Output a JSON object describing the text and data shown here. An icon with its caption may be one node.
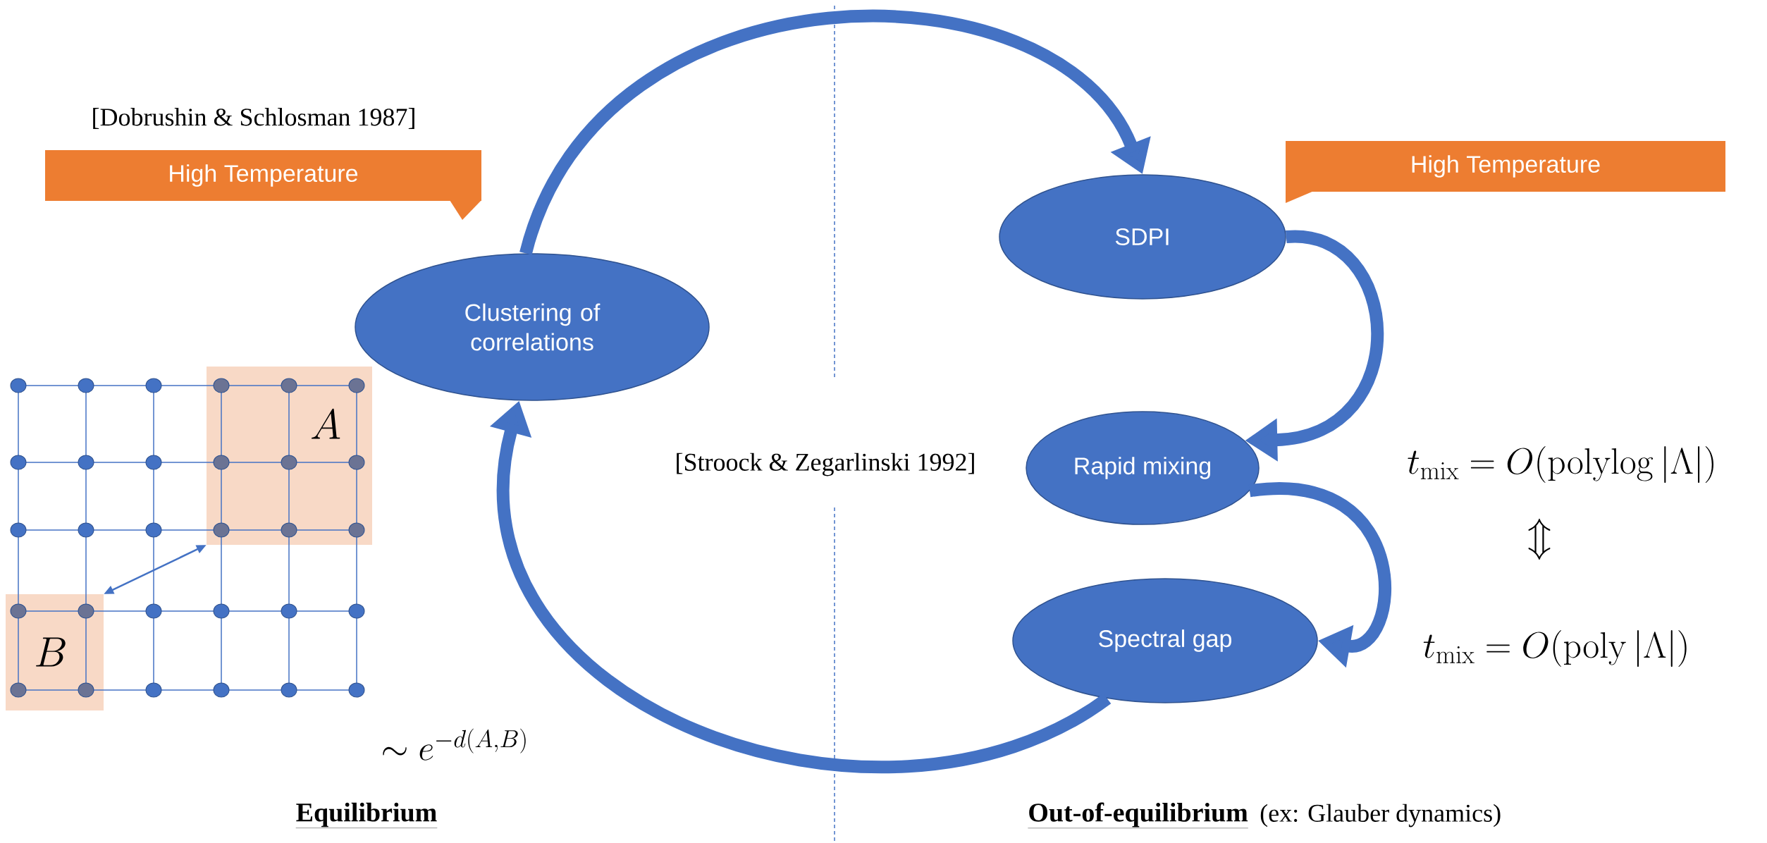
{
  "diagram": {
    "nodes": [
      {
        "text": [
          "High Temperature"
        ],
        "beside": [
          "[Dobrushin & Schlosman 1987]"
        ]
      },
      {
        "text": [
          "Clustering of correlations"
        ]
      },
      {
        "text": [
          "High Temperature"
        ]
      },
      {
        "text": [
          "SDPI"
        ]
      },
      {
        "text": [
          "Rapid mixing"
        ]
      },
      {
        "text": [
          "Spectral gap"
        ]
      },
      {
        "text": [
          "A"
        ]
      },
      {
        "text": [
          "B"
        ]
      }
    ],
    "edges": [
      {
        "from": 1,
        "to": 3,
        "arrow": "to"
      },
      {
        "from": 3,
        "to": 4,
        "arrow": "to"
      },
      {
        "from": 4,
        "to": 5,
        "arrow": "to"
      },
      {
        "from": 5,
        "to": 1,
        "arrow": "to"
      },
      {
        "from": 7,
        "to": 6,
        "arrow": "both"
      }
    ],
    "labels": [
      "\\sim e^{-d(A,B)}",
      "[Stroock & Zegarlinski 1992]",
      "t_{\\mathrm{mix}} = O(\\mathrm{polylog}\\,|\\Lambda|)",
      "\\Updownarrow",
      "t_{\\mathrm{mix}} = O(\\mathrm{poly}\\,|\\Lambda|)",
      "Equilibrium",
      "Out-of-equilibrium",
      "(ex: Glauber dynamics)"
    ]
  }
}
